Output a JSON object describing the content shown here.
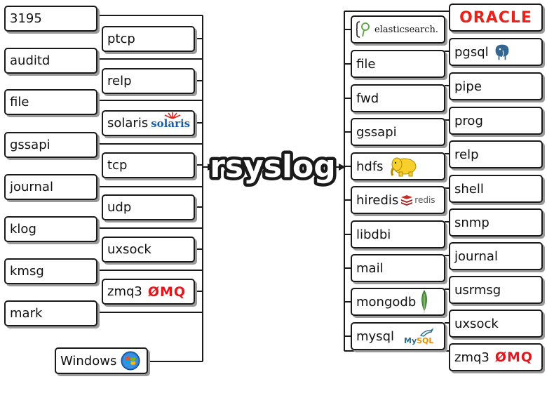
{
  "title": "rsyslog",
  "colors": {
    "line": "#1a1a1a",
    "box_border": "#1a1a1a",
    "shadow": "#9a9a9a",
    "oracle_red": "#e8211a",
    "zmq_red": "#e4151b",
    "solaris_blue": "#1b5ea8",
    "solaris_rays": "#d8261c",
    "redis_red": "#c8302a",
    "hadoop_yellow": "#f7d02b",
    "mongodb_green": "#4b9a3c",
    "mysql_blue": "#2e6e8e",
    "mysql_orange": "#e48e00",
    "postgres_blue": "#336791",
    "windows_blue": "#1e74c9"
  },
  "inputs": {
    "left_column": [
      {
        "label": "3195"
      },
      {
        "label": "auditd"
      },
      {
        "label": "file"
      },
      {
        "label": "gssapi"
      },
      {
        "label": "journal"
      },
      {
        "label": "klog"
      },
      {
        "label": "kmsg"
      },
      {
        "label": "mark"
      }
    ],
    "right_column": [
      {
        "label": "ptcp"
      },
      {
        "label": "relp"
      },
      {
        "label": "solaris",
        "logo_text": "solaris",
        "logo_icon": "solaris-sunrise-icon"
      },
      {
        "label": "tcp"
      },
      {
        "label": "udp"
      },
      {
        "label": "uxsock"
      },
      {
        "label": "zmq3",
        "logo_text": "ØMQ"
      }
    ],
    "windows": {
      "label": "Windows",
      "logo_icon": "windows-logo-icon"
    }
  },
  "outputs": {
    "left_column": [
      {
        "label": "",
        "logo_text": "elasticsearch.",
        "logo_icon": "elasticsearch-logo-icon"
      },
      {
        "label": "file"
      },
      {
        "label": "fwd"
      },
      {
        "label": "gssapi"
      },
      {
        "label": "hdfs",
        "logo_icon": "hadoop-elephant-icon"
      },
      {
        "label": "hiredis",
        "logo_text": "redis",
        "logo_icon": "redis-logo-icon"
      },
      {
        "label": "libdbi"
      },
      {
        "label": "mail"
      },
      {
        "label": "mongodb",
        "logo_icon": "mongodb-leaf-icon"
      },
      {
        "label": "mysql",
        "logo_text": "MySQL",
        "logo_icon": "mysql-dolphin-icon"
      }
    ],
    "right_column": [
      {
        "label": "",
        "logo_text": "ORACLE"
      },
      {
        "label": "pgsql",
        "logo_icon": "postgresql-elephant-icon"
      },
      {
        "label": "pipe"
      },
      {
        "label": "prog"
      },
      {
        "label": "relp"
      },
      {
        "label": "shell"
      },
      {
        "label": "snmp"
      },
      {
        "label": "journal"
      },
      {
        "label": "usrmsg"
      },
      {
        "label": "uxsock"
      },
      {
        "label": "zmq3",
        "logo_text": "ØMQ"
      }
    ]
  }
}
